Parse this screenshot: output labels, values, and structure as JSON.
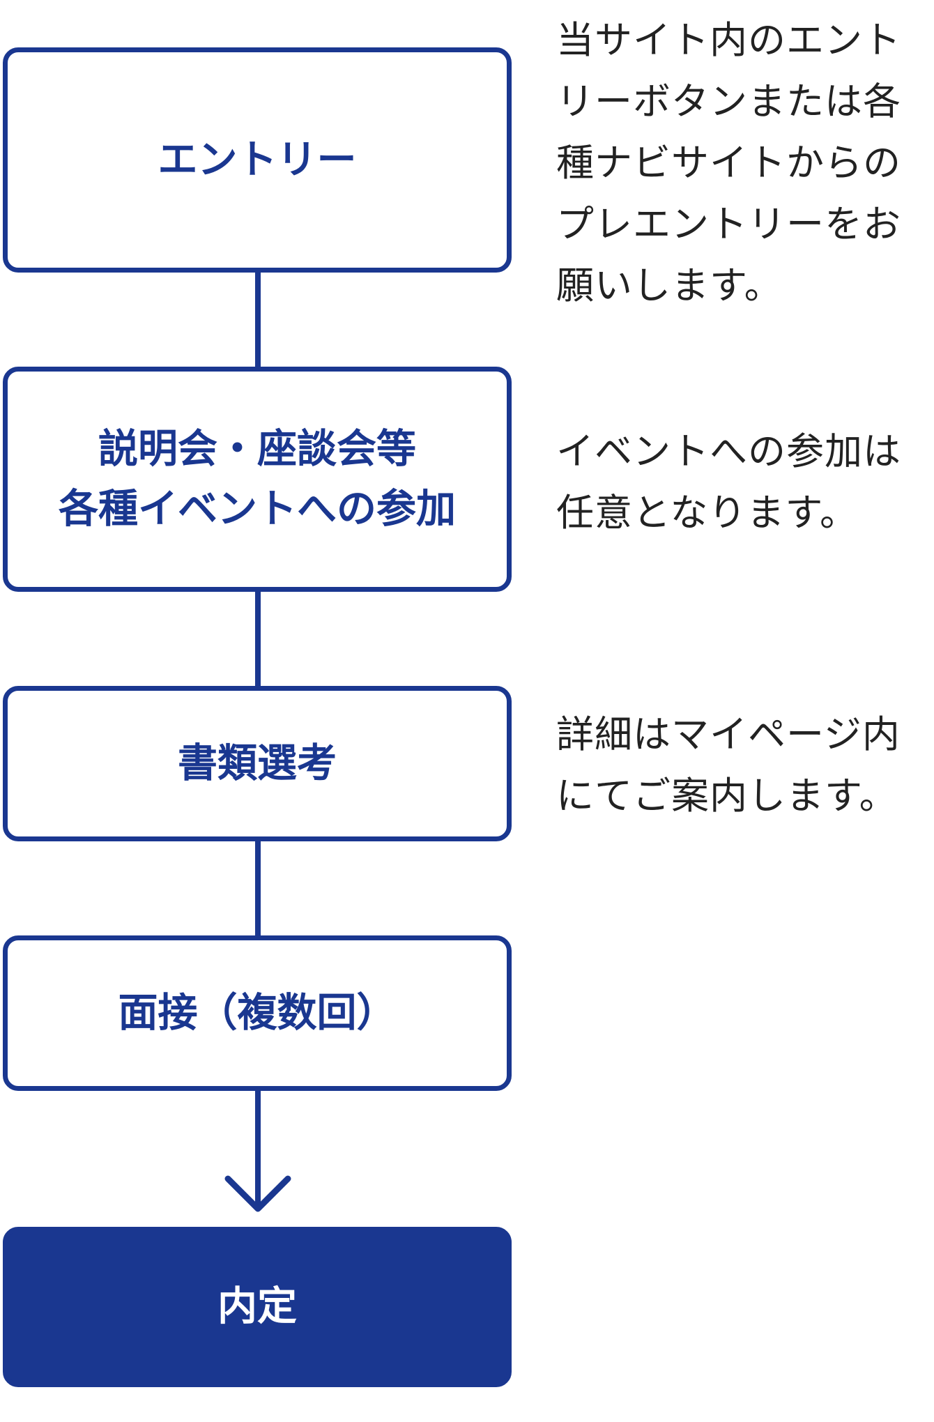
{
  "colors": {
    "primary": "#1a3790",
    "text": "#222222",
    "background": "#ffffff"
  },
  "steps": [
    {
      "label": "エントリー",
      "description": "当サイト内のエントリーボタンまたは各種ナビサイトからのプレエントリーをお願いします。"
    },
    {
      "label": "説明会・座談会等\n各種イベントへの参加",
      "description": "イベントへの参加は任意となります。"
    },
    {
      "label": "書類選考",
      "description": "詳細はマイページ内にてご案内します。"
    },
    {
      "label": "面接（複数回）",
      "description": ""
    },
    {
      "label": "内定",
      "description": ""
    }
  ],
  "arrow_icon": "chevron-down-arrow"
}
